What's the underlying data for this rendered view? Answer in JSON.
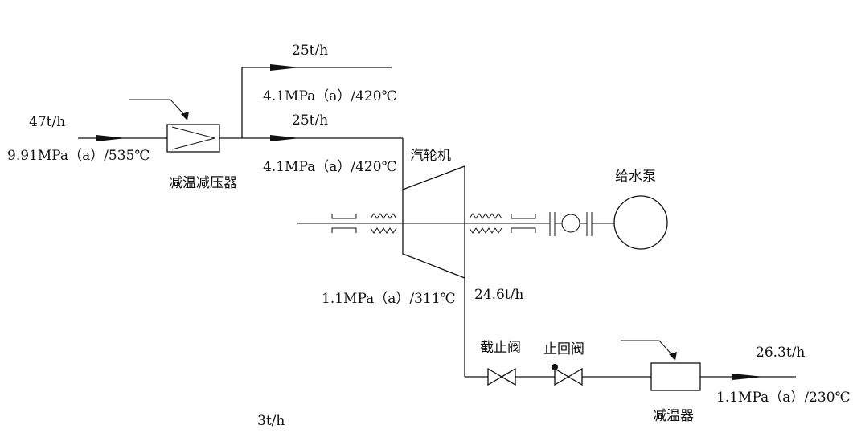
{
  "colors": {
    "line": "#111111",
    "background": "#ffffff"
  },
  "streams": {
    "inlet_flow": "47t/h",
    "inlet_condition": "9.91MPa（a）/535℃",
    "upper_branch_flow": "25t/h",
    "upper_branch_condition": "4.1MPa（a）/420℃",
    "turbine_inlet_flow": "25t/h",
    "turbine_inlet_condition": "4.1MPa（a）/420℃",
    "exhaust_condition": "1.1MPa（a）/311℃",
    "exhaust_flow": "24.6t/h",
    "outlet_flow": "26.3t/h",
    "outlet_condition": "1.1MPa（a）/230℃",
    "desuperheater_water_flow": "3t/h"
  },
  "equipment": {
    "prv_label": "减温减压器",
    "turbine_label": "汽轮机",
    "pump_label": "给水泵",
    "shutoff_valve_label": "截止阀",
    "check_valve_label": "止回阀",
    "desuperheater_label": "减温器"
  }
}
